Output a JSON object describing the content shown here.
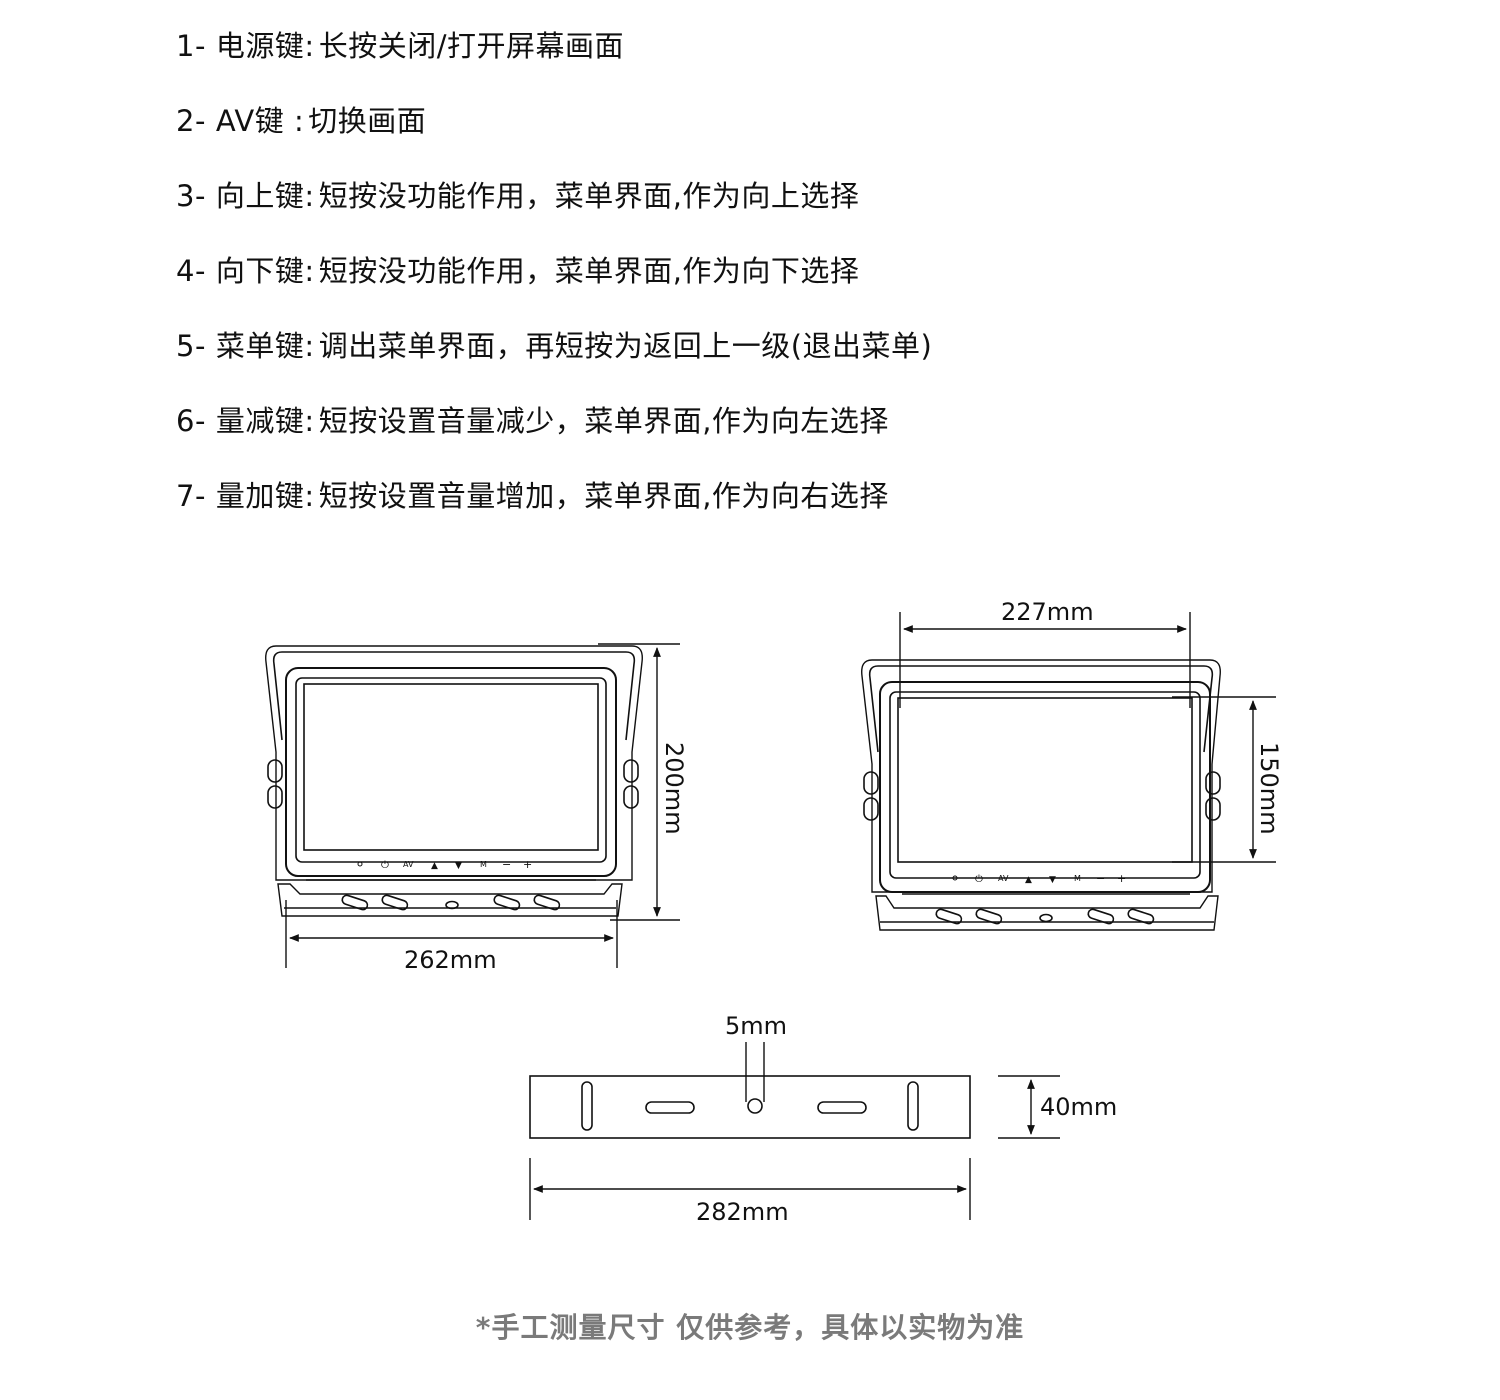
{
  "instructions": [
    {
      "num": "1-",
      "key": "电源键:",
      "desc": "长按关闭/打开屏幕画面"
    },
    {
      "num": "2-",
      "key": "AV键 :",
      "desc": "切换画面"
    },
    {
      "num": "3-",
      "key": "向上键:",
      "desc": "短按没功能作用，菜单界面,作为向上选择"
    },
    {
      "num": "4-",
      "key": "向下键:",
      "desc": "短按没功能作用，菜单界面,作为向下选择"
    },
    {
      "num": "5-",
      "key": "菜单键:",
      "desc": "调出菜单界面，再短按为返回上一级(退出菜单)"
    },
    {
      "num": "6-",
      "key": "量减键:",
      "desc": "短按设置音量减少，菜单界面,作为向左选择"
    },
    {
      "num": "7-",
      "key": "量加键:",
      "desc": "短按设置音量增加，菜单界面,作为向右选择"
    }
  ],
  "dimensions": {
    "height_outer": "200mm",
    "width_outer": "262mm",
    "screen_width": "227mm",
    "screen_height": "150mm",
    "hole_diameter": "5mm",
    "bracket_height": "40mm",
    "bracket_width": "282mm"
  },
  "button_labels": {
    "power": "⏻",
    "av": "AV",
    "up": "▲",
    "down": "▼",
    "menu": "M",
    "minus": "−",
    "plus": "+"
  },
  "footnote": "*手工测量尺寸 仅供参考，具体以实物为准"
}
